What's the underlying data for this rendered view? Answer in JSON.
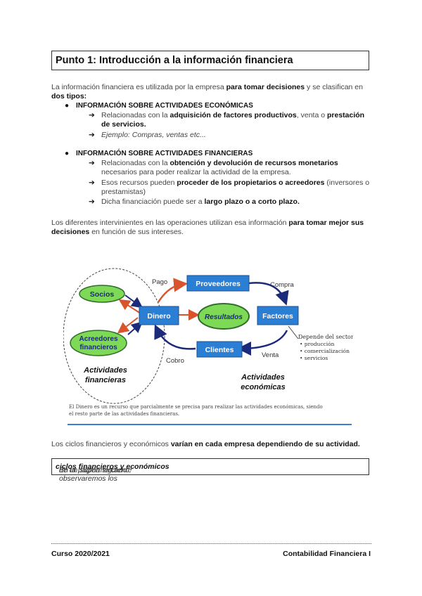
{
  "title": "Punto 1: Introducción a la información financiera",
  "intro": {
    "t1": "La información financiera es utilizada por la empresa ",
    "b1": "para tomar decisiones",
    "t2": " y se clasifican en ",
    "b2": "dos tipos:"
  },
  "section1": {
    "heading": "INFORMACIÓN SOBRE ACTIVIDADES  ECONÓMICAS",
    "item1": {
      "t1": "Relacionadas con la ",
      "b1": "adquisición de factores productivos",
      "t2": ", venta o ",
      "b2": "prestación de servicios."
    },
    "item2": "Ejemplo: Compras, ventas etc..."
  },
  "section2": {
    "heading": "INFORMACIÓN SOBRE ACTIVIDADES FINANCIERAS",
    "item1": {
      "t1": "Relacionadas con la ",
      "b1": "obtención y devolución de recursos monetarios",
      "t2": " necesarios para poder realizar la actividad de la empresa."
    },
    "item2": {
      "t1": "Esos recursos pueden ",
      "b1": "proceder de los propietarios o acreedores",
      "t2": " (inversores o prestamistas)"
    },
    "item3": {
      "t1": "Dicha financiación puede ser a ",
      "b1": "largo plazo o a corto plazo."
    }
  },
  "para2": {
    "t1": "Los diferentes intervinientes en las operaciones utilizan esa información ",
    "b1": "para tomar mejor sus decisiones",
    "t2": " en función de sus intereses."
  },
  "diagram": {
    "socios": "Socios",
    "acreedores_1": "Acreedores",
    "acreedores_2": "financieros",
    "dinero": "Dinero",
    "resultados": "Resultados",
    "proveedores": "Proveedores",
    "factores": "Factores",
    "clientes": "Clientes",
    "pago": "Pago",
    "compra": "Compra",
    "venta": "Venta",
    "cobro": "Cobro",
    "act_fin_1": "Actividades",
    "act_fin_2": "financieras",
    "act_eco_1": "Actividades",
    "act_eco_2": "económicas",
    "depend_title": "Depende del sector:",
    "depend_items": [
      "• producción",
      "• comercialización",
      "• servicios"
    ],
    "caption_1": "El Dinero es un recurso que parcialmente se precisa para realizar las actividades económicas, siendo",
    "caption_2": "el resto parte de las actividades financieras.",
    "colors": {
      "blue_box": "#2a7fd4",
      "green": "#7ed957",
      "navy_arrow": "#1c2a7a",
      "red_arrow": "#d9532c",
      "rule": "#3b7dd8"
    }
  },
  "para3": {
    "t1": "Los ciclos financieros y económicos ",
    "b1": "varían en cada empresa dependiendo de su actividad."
  },
  "note": {
    "t1": "En la página siguiente observaremos los ",
    "b1": "ciclos financieros y económicos",
    "t2": " de un supermercado."
  },
  "footer": {
    "left": "Curso 2020/2021",
    "right": "Contabilidad Financiera I"
  }
}
